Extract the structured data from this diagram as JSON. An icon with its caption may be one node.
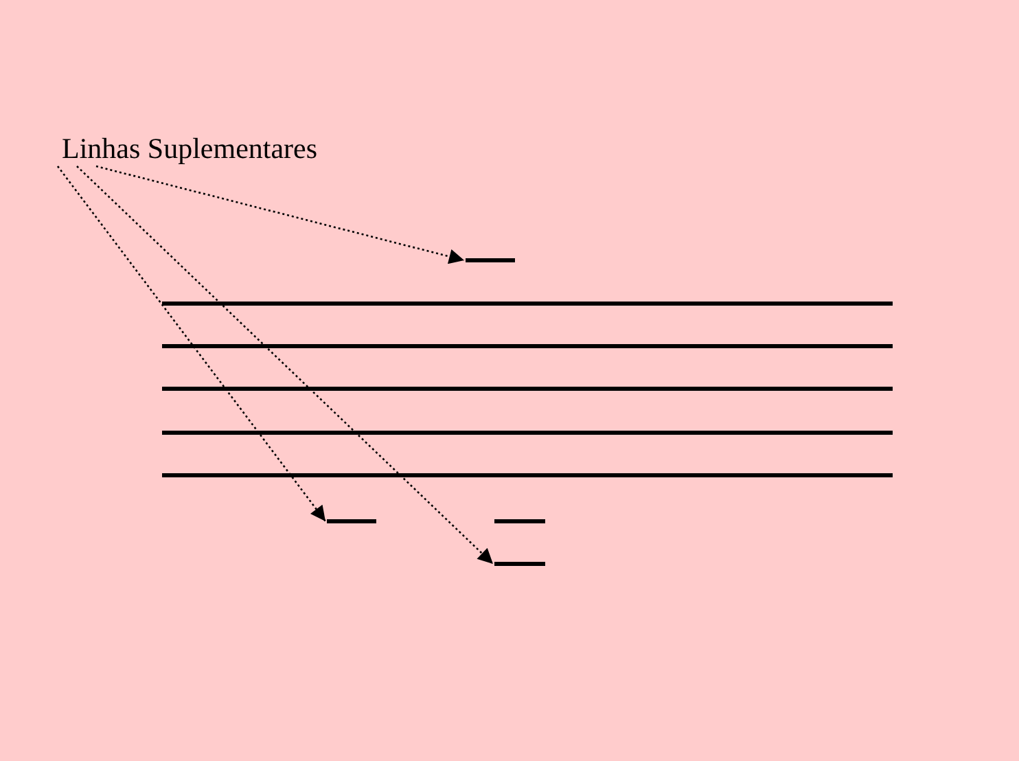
{
  "diagram": {
    "nodes": [
      {
        "text": [
          "Linhas Suplementares"
        ]
      },
      {
        "text": [],
        "shape": "bar"
      },
      {
        "text": [],
        "shape": "bar"
      },
      {
        "text": [],
        "shape": "bar"
      },
      {
        "text": [],
        "shape": "bar"
      }
    ],
    "edges": [
      {
        "from": 0,
        "to": 1,
        "arrow": "to",
        "style": "dashed"
      },
      {
        "from": 0,
        "to": 2,
        "arrow": "to",
        "style": "dashed"
      },
      {
        "from": 0,
        "to": 4,
        "arrow": "to",
        "style": "dashed"
      }
    ]
  }
}
